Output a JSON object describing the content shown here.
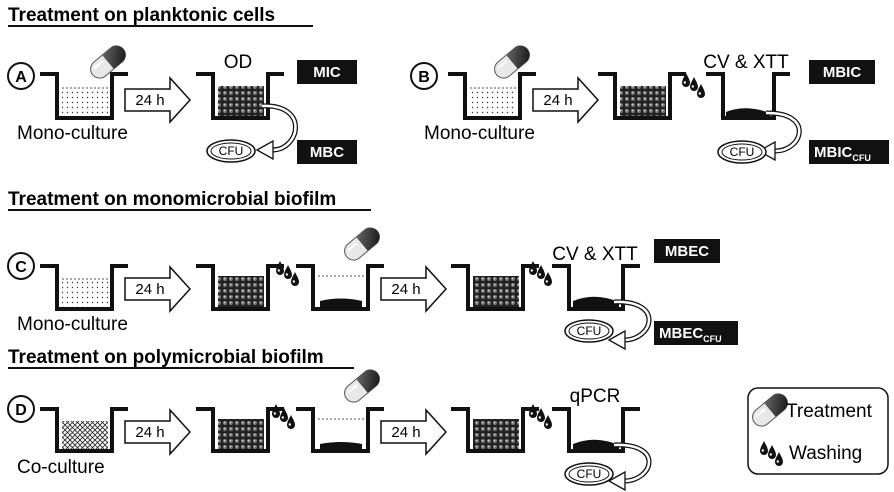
{
  "sections": [
    {
      "title": "Treatment on planktonic cells"
    },
    {
      "title": "Treatment on monomicrobial biofilm"
    },
    {
      "title": "Treatment on polymicrobial biofilm"
    }
  ],
  "panels": {
    "A": {
      "letter": "A",
      "culture_label": "Mono-culture",
      "time_label": "24 h",
      "readout_label": "OD",
      "endpoint_top": "MIC",
      "endpoint_bottom": "MBC",
      "plate_label": "CFU"
    },
    "B": {
      "letter": "B",
      "culture_label": "Mono-culture",
      "time_label": "24 h",
      "readout_label": "CV & XTT",
      "endpoint_top": "MBIC",
      "endpoint_bottom_main": "MBIC",
      "endpoint_bottom_sub": "CFU",
      "plate_label": "CFU"
    },
    "C": {
      "letter": "C",
      "culture_label": "Mono-culture",
      "time_label_1": "24 h",
      "time_label_2": "24 h",
      "readout_label": "CV & XTT",
      "endpoint_top": "MBEC",
      "endpoint_bottom_main": "MBEC",
      "endpoint_bottom_sub": "CFU",
      "plate_label": "CFU"
    },
    "D": {
      "letter": "D",
      "culture_label": "Co-culture",
      "time_label_1": "24 h",
      "time_label_2": "24 h",
      "readout_label": "qPCR",
      "plate_label": "CFU"
    }
  },
  "legend": {
    "treatment_label": "Treatment",
    "washing_label": "Washing",
    "treatment_icon": "capsule-icon",
    "washing_icon": "droplets-icon"
  }
}
